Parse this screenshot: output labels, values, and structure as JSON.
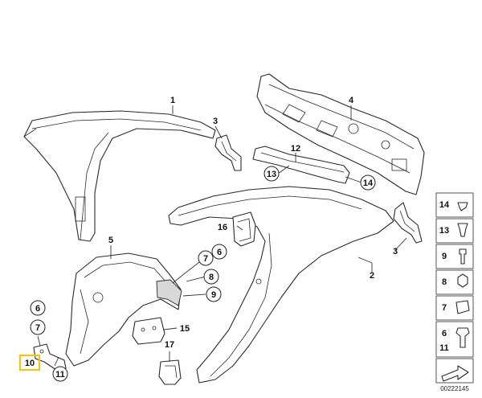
{
  "diagram_code": "00222145",
  "callouts": {
    "c1": "1",
    "c2": "2",
    "c3a": "3",
    "c3b": "3",
    "c4": "4",
    "c5": "5",
    "c6a": "6",
    "c7a": "7",
    "c8": "8",
    "c9": "9",
    "c6b": "6",
    "c7b": "7",
    "c10": "10",
    "c11": "11",
    "c12": "12",
    "c13": "13",
    "c14": "14",
    "c15": "15",
    "c16": "16",
    "c17": "17"
  },
  "legend": [
    {
      "label": "14"
    },
    {
      "label": "13"
    },
    {
      "label": "9"
    },
    {
      "label": "8"
    },
    {
      "label": "7"
    },
    {
      "label": "6"
    },
    {
      "label": "11"
    }
  ],
  "highlight_color": "#f0c419"
}
